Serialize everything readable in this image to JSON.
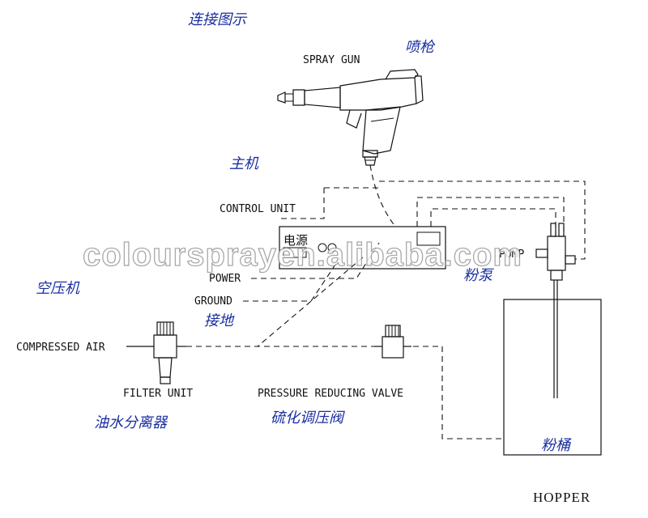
{
  "title_cn": "连接图示",
  "spray_gun": {
    "label_en": "SPRAY GUN",
    "label_cn": "喷枪"
  },
  "control_unit": {
    "label_cn": "主机",
    "label_en": "CONTROL UNIT",
    "panel_text": "电源"
  },
  "power": {
    "label_en": "POWER"
  },
  "ground": {
    "label_en": "GROUND",
    "label_cn": "接地"
  },
  "compressed_air": {
    "label_cn": "空压机",
    "label_en": "COMPRESSED AIR"
  },
  "filter_unit": {
    "label_en": "FILTER UNIT",
    "label_cn": "油水分离器"
  },
  "pressure_valve": {
    "label_en": "PRESSURE REDUCING VALVE",
    "label_cn": "硫化调压阀"
  },
  "pump": {
    "label_en": "PUMP",
    "label_cn": "粉泵"
  },
  "hopper": {
    "label_cn": "粉桶",
    "label_en": "HOPPER"
  },
  "watermark": "coloursprayen.alibaba.com",
  "colors": {
    "cn_label": "#1a2fa0",
    "line": "#111111",
    "watermark_stroke": "#9a9a9a"
  }
}
